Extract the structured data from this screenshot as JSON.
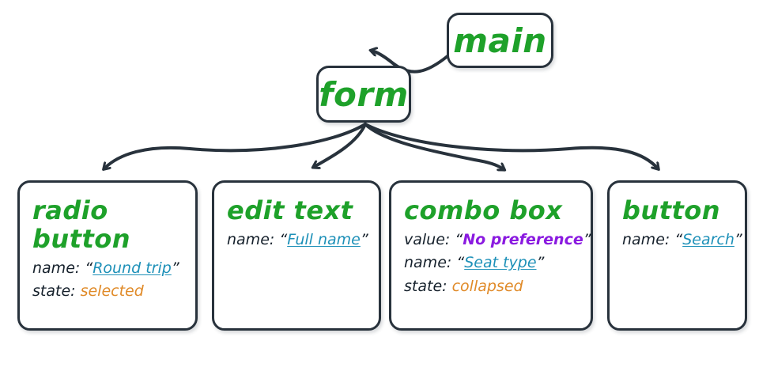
{
  "diagram": {
    "title": "accessibility-tree",
    "colors": {
      "node_border": "#28323c",
      "node_title_green": "#1ea12a",
      "value_link_teal": "#1d90b8",
      "value_purple": "#8a1ae0",
      "value_orange": "#e08a28",
      "label_black": "#15202b",
      "background": "#ffffff"
    },
    "roots": [
      {
        "id": "main",
        "label": "main"
      },
      {
        "id": "form",
        "label": "form"
      }
    ],
    "leaves": [
      {
        "id": "radio-button",
        "title": "radio button",
        "props": [
          {
            "key": "name:",
            "value": "Round trip",
            "style": "link",
            "quoted": true
          },
          {
            "key": "state:",
            "value": "selected",
            "style": "orange",
            "quoted": false
          }
        ]
      },
      {
        "id": "edit-text",
        "title": "edit text",
        "props": [
          {
            "key": "name:",
            "value": "Full name",
            "style": "link",
            "quoted": true
          }
        ]
      },
      {
        "id": "combo-box",
        "title": "combo box",
        "props": [
          {
            "key": "value:",
            "value": "No preference",
            "style": "purple",
            "quoted": true
          },
          {
            "key": "name:",
            "value": "Seat type",
            "style": "link",
            "quoted": true
          },
          {
            "key": "state:",
            "value": "collapsed",
            "style": "orange",
            "quoted": false
          }
        ]
      },
      {
        "id": "button",
        "title": "button",
        "props": [
          {
            "key": "name:",
            "value": "Search",
            "style": "link",
            "quoted": true
          }
        ]
      }
    ],
    "quote_open": "“",
    "quote_close": "”",
    "edges": [
      {
        "from": "main",
        "to": "form"
      },
      {
        "from": "form",
        "to": "radio-button"
      },
      {
        "from": "form",
        "to": "edit-text"
      },
      {
        "from": "form",
        "to": "combo-box"
      },
      {
        "from": "form",
        "to": "button"
      }
    ]
  }
}
